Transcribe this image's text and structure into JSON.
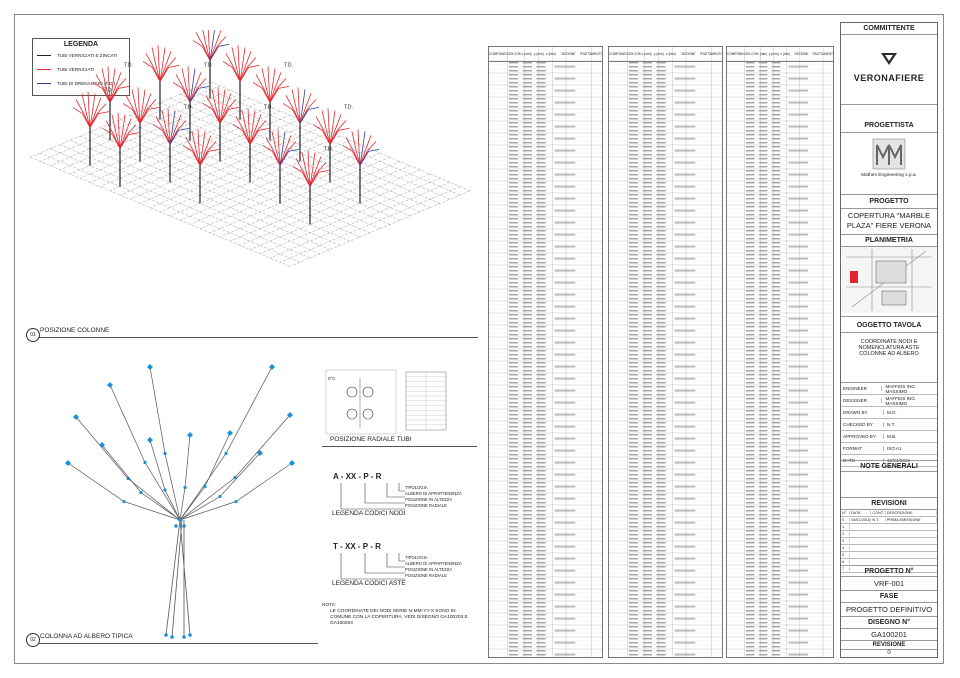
{
  "legend": {
    "title": "LEGENDA",
    "items": [
      {
        "label": "TUBI VERNICIATI E ZINCATI",
        "color": "#222222"
      },
      {
        "label": "TUBI VERNICIATI",
        "color": "#e3262d"
      },
      {
        "label": "TUBI DI DRENAGGIO (T.D.)",
        "color": "#2f3c9e"
      }
    ]
  },
  "views": {
    "view1_number": "01",
    "view1_title": "POSIZIONE COLONNE",
    "view2_number": "02",
    "view2_title": "COLONNA AD ALBERO TIPICA",
    "td_label": "T.D."
  },
  "radial": {
    "title": "POSIZIONE RADIALE TUBI",
    "center_label": "0°C"
  },
  "node_code": {
    "code": "A - XX - P - R",
    "lines": [
      "TIPOLOGIA",
      "ALBERO DI APPARTENENZA",
      "POSIZIONE IN ALTEZZA",
      "POSIZIONE RADIALE"
    ],
    "title": "LEGENDA CODICI NODI"
  },
  "rod_code": {
    "code": "T - XX - P - R",
    "lines": [
      "TIPOLOGIA",
      "ALBERO DI APPARTENENZA",
      "POSIZIONE IN ALTEZZA",
      "POSIZIONE RADIALE"
    ],
    "title": "LEGENDA CODICI ASTE"
  },
  "note": {
    "title": "NOTA:",
    "text": "LE COORDINATE DEI NODI SERIE N-MM-YY-X SONO IN COMUNE CON LA COPERTURA, VEDI DISEGNO GA100203 E GA100204"
  },
  "table_headers": [
    "COMPONENTE",
    "NODI COMPONENTE",
    "x (mm)",
    "y (mm)",
    "z (mm)",
    "SEZIONE",
    "TRATTAMENTO"
  ],
  "title_block": {
    "committente": "COMMITTENTE",
    "client": "VERONAFIERE",
    "progettista": "PROGETTISTA",
    "designer": "Mathes Engineering s.p.a.",
    "progetto": "PROGETTO",
    "project_name": "COPERTURA \"MARBLE PLAZA\" FIERE VERONA",
    "planimetria": "PLANIMETRIA",
    "oggetto": "OGGETTO TAVOLA",
    "oggetto_text": "COORDINATE NODI E NOMENCLATURA ASTE COLONNE AD ALBERO",
    "fields": [
      {
        "key": "ENGINEER",
        "value": "MAFFEIS ING. MASSIMO"
      },
      {
        "key": "DESIGNER",
        "value": "MAFFEIS ING. MASSIMO"
      },
      {
        "key": "DRAWN BY",
        "value": "M.D."
      },
      {
        "key": "CHECKED BY",
        "value": "N.T."
      },
      {
        "key": "APPROVED BY",
        "value": "M.B."
      },
      {
        "key": "FORMAT",
        "value": "ISO A1"
      },
      {
        "key": "DATE",
        "value": "15/01/2016"
      }
    ],
    "note_generali": "NOTE GENERALI",
    "revisioni": "REVISIONI",
    "rev_headers": [
      "N°",
      "DATA",
      "CONT.",
      "DESCRIZIONE"
    ],
    "rev_first": {
      "n": "0",
      "date": "15/01/2016",
      "cont": "N.T.",
      "desc": "PRIMA EMISSIONE"
    },
    "rev_numbers": [
      "1",
      "2",
      "3",
      "4",
      "5",
      "6",
      "7"
    ],
    "progetto_n": "PROGETTO N°",
    "progetto_n_value": "VRF-001",
    "fase": "FASE",
    "fase_value": "PROGETTO DEFINITIVO",
    "disegno_n": "DISEGNO N°",
    "disegno_n_value": "GA100201",
    "revisione": "REVISIONE",
    "revisione_value": "0"
  }
}
